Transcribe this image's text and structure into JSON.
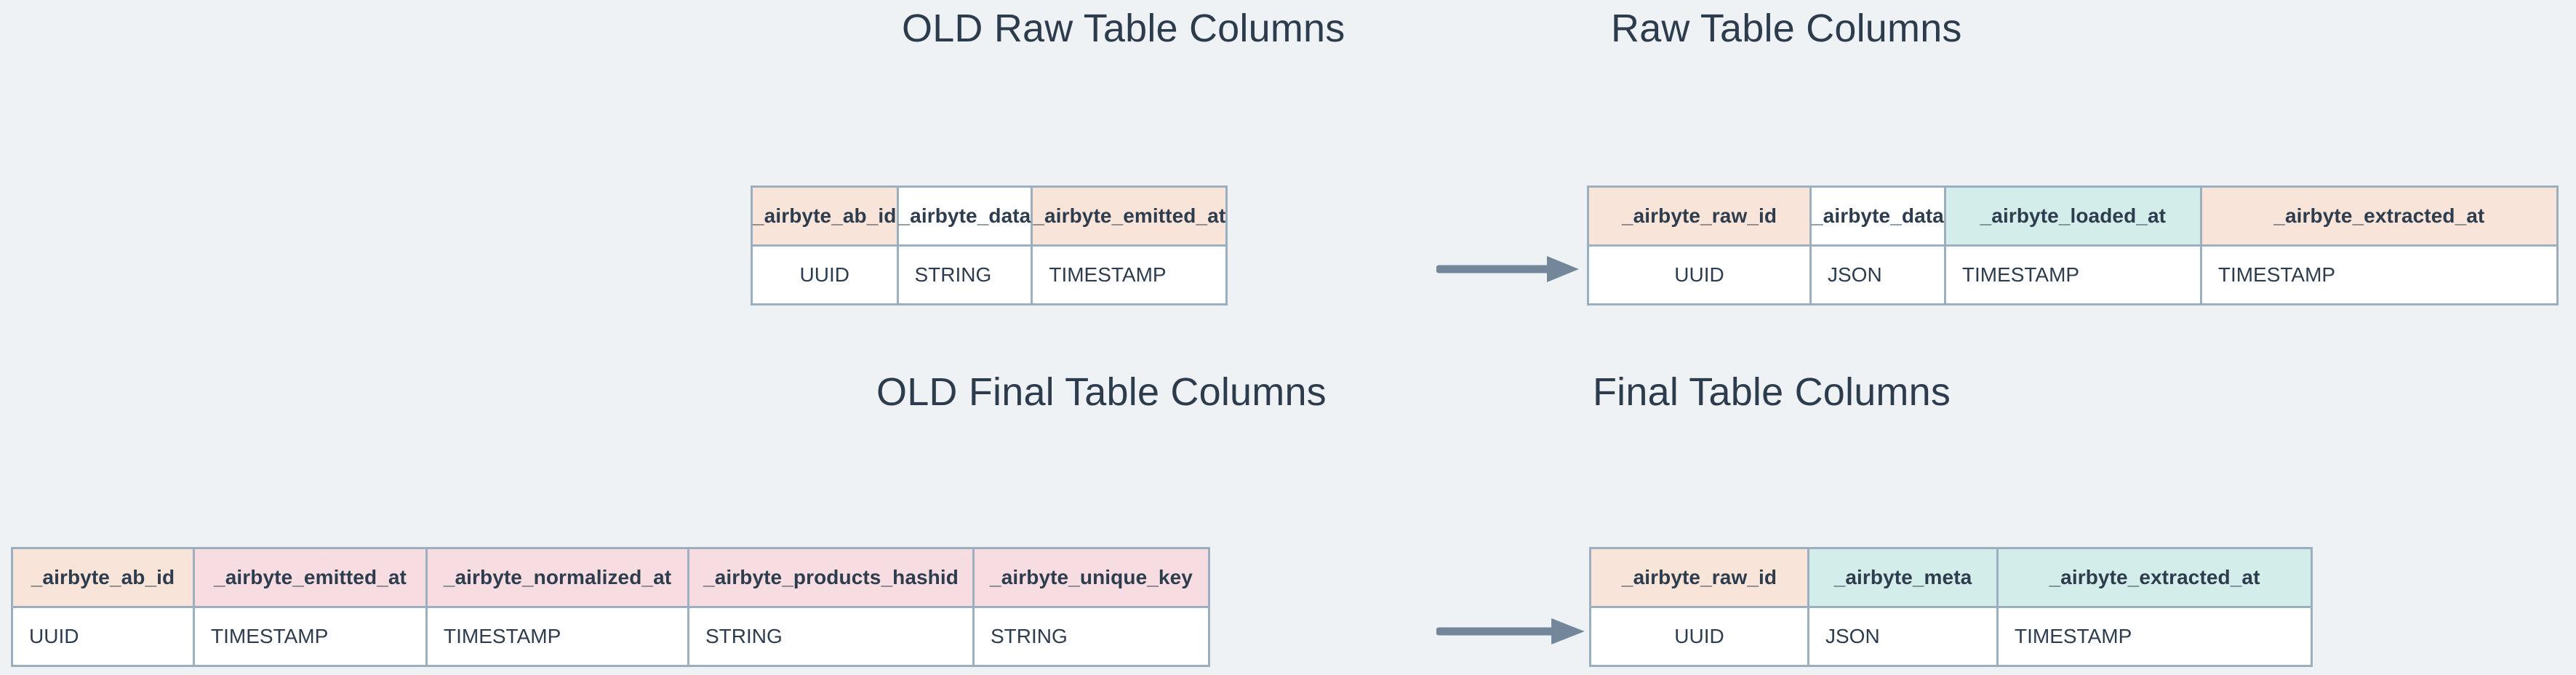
{
  "canvas": {
    "background": "#eff2f5"
  },
  "palette": {
    "peach": "#f8e4d8",
    "mint": "#d3edea",
    "pink": "#f7dce1",
    "white": "#ffffff",
    "border": "#9cafbf",
    "text": "#2e3d4e",
    "arrow": "#74869a"
  },
  "titles": {
    "old_raw": "OLD Raw Table Columns",
    "new_raw": "Raw Table Columns",
    "old_final": "OLD Final Table Columns",
    "new_final": "Final Table Columns"
  },
  "tables": {
    "old_raw": {
      "headers": [
        "_airbyte_ab_id",
        "_airbyte_data",
        "_airbyte_emitted_at"
      ],
      "header_colors": [
        "peach",
        "white",
        "peach"
      ],
      "types": [
        "UUID",
        "STRING",
        "TIMESTAMP"
      ],
      "type_colors": [
        "white",
        "peach",
        "white"
      ],
      "type_align": [
        "center",
        "left",
        "left"
      ]
    },
    "new_raw": {
      "headers": [
        "_airbyte_raw_id",
        "_airbyte_data",
        "_airbyte_loaded_at",
        "_airbyte_extracted_at"
      ],
      "header_colors": [
        "peach",
        "white",
        "mint",
        "peach"
      ],
      "types": [
        "UUID",
        "JSON",
        "TIMESTAMP",
        "TIMESTAMP"
      ],
      "type_colors": [
        "white",
        "peach",
        "white",
        "white"
      ],
      "type_align": [
        "center",
        "left",
        "left",
        "left"
      ]
    },
    "old_final": {
      "headers": [
        "_airbyte_ab_id",
        "_airbyte_emitted_at",
        "_airbyte_normalized_at",
        "_airbyte_products_hashid",
        "_airbyte_unique_key"
      ],
      "header_colors": [
        "peach",
        "pink",
        "pink",
        "pink",
        "pink"
      ],
      "types": [
        "UUID",
        "TIMESTAMP",
        "TIMESTAMP",
        "STRING",
        "STRING"
      ],
      "type_colors": [
        "white",
        "white",
        "white",
        "white",
        "white"
      ],
      "type_align": [
        "left",
        "left",
        "left",
        "left",
        "left"
      ]
    },
    "new_final": {
      "headers": [
        "_airbyte_raw_id",
        "_airbyte_meta",
        "_airbyte_extracted_at"
      ],
      "header_colors": [
        "peach",
        "mint",
        "mint"
      ],
      "types": [
        "UUID",
        "JSON",
        "TIMESTAMP"
      ],
      "type_colors": [
        "white",
        "white",
        "white"
      ],
      "type_align": [
        "center",
        "left",
        "left"
      ]
    }
  },
  "arrows": {
    "raw": "arrow-right",
    "final": "arrow-right"
  }
}
